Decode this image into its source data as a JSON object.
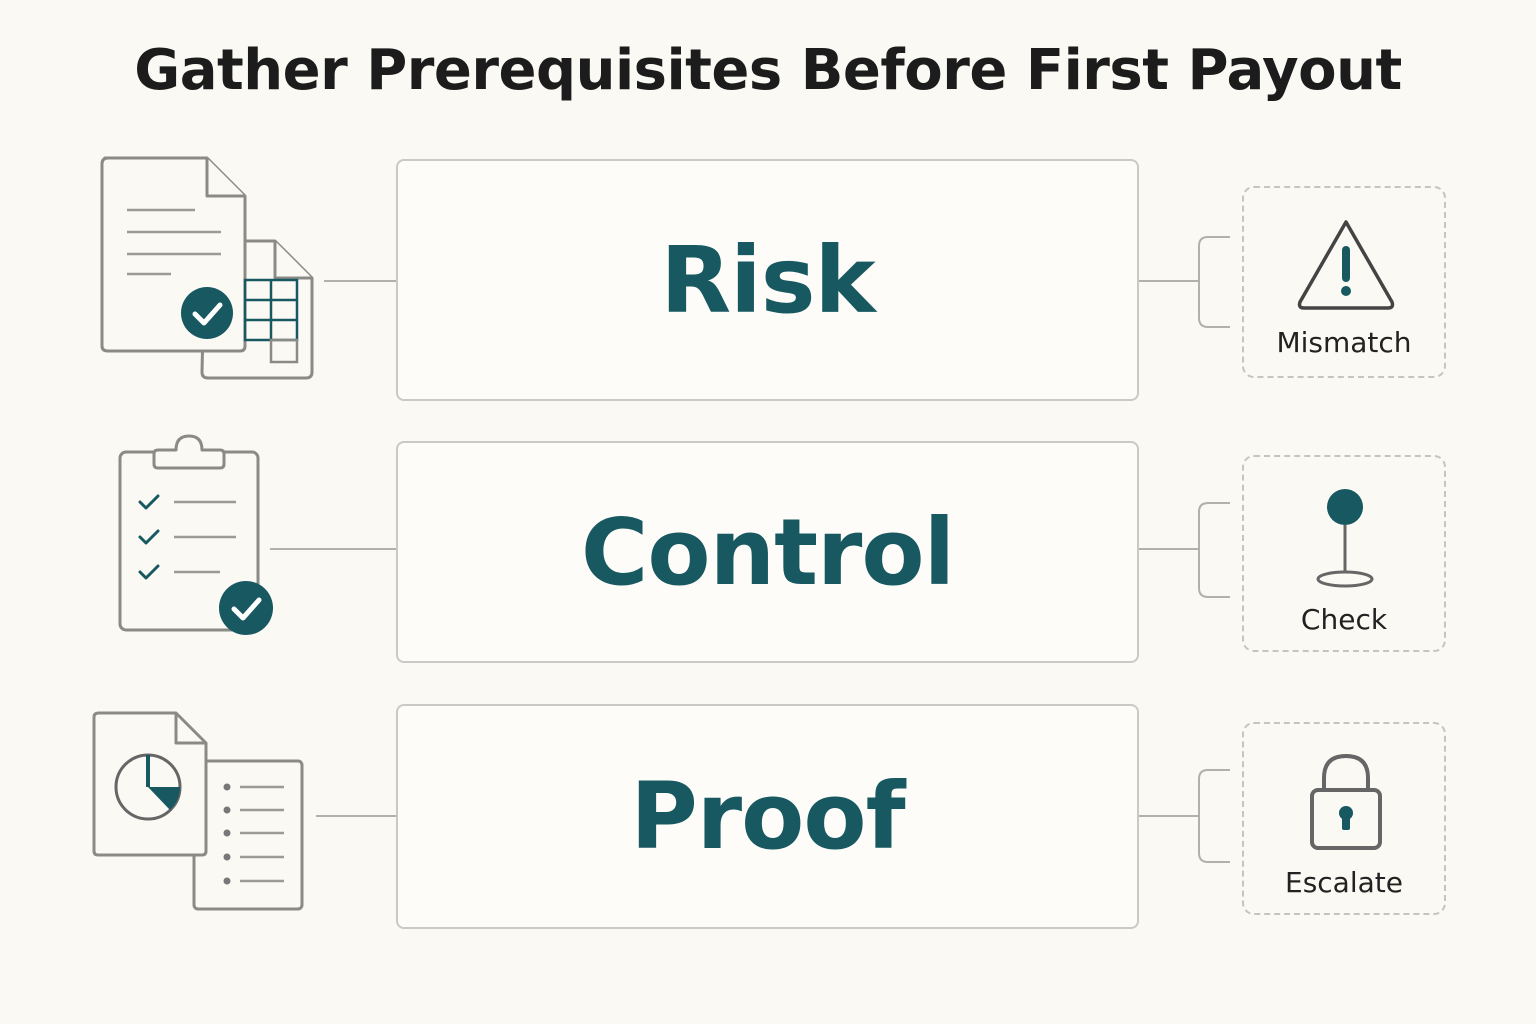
{
  "title": "Gather Prerequisites Before First Payout",
  "rows": [
    {
      "label": "Risk",
      "outcome": {
        "label": "Mismatch",
        "icon": "warning-triangle-icon"
      },
      "source_icon": "documents-spreadsheet-icon"
    },
    {
      "label": "Control",
      "outcome": {
        "label": "Check",
        "icon": "map-pin-icon"
      },
      "source_icon": "clipboard-checklist-icon"
    },
    {
      "label": "Proof",
      "outcome": {
        "label": "Escalate",
        "icon": "padlock-icon"
      },
      "source_icon": "report-documents-icon"
    }
  ],
  "colors": {
    "accent": "#175861",
    "line": "#a8a8a4",
    "background": "#fbf9f4"
  }
}
